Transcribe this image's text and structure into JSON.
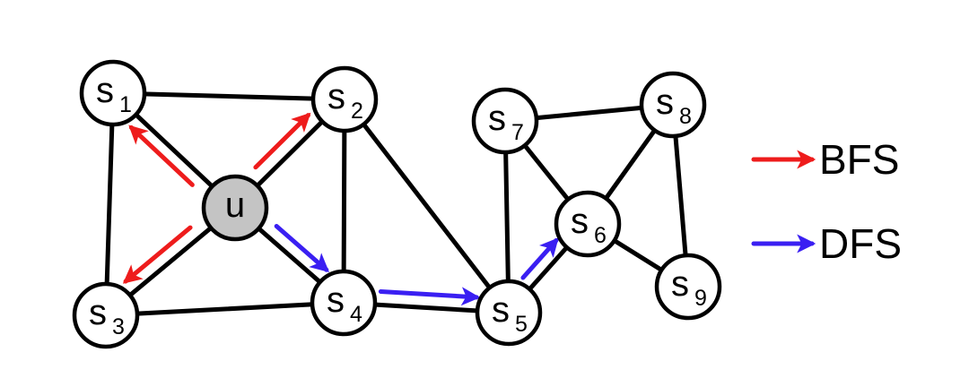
{
  "colors": {
    "bfs": "#ee1c1c",
    "dfs": "#3a1ff2",
    "center_fill": "#c4c4c4"
  },
  "nodes": [
    {
      "id": "s1",
      "base": "s",
      "sub": "1"
    },
    {
      "id": "s2",
      "base": "s",
      "sub": "2"
    },
    {
      "id": "s3",
      "base": "s",
      "sub": "3"
    },
    {
      "id": "u",
      "base": "u",
      "sub": ""
    },
    {
      "id": "s4",
      "base": "s",
      "sub": "4"
    },
    {
      "id": "s5",
      "base": "s",
      "sub": "5"
    },
    {
      "id": "s6",
      "base": "s",
      "sub": "6"
    },
    {
      "id": "s7",
      "base": "s",
      "sub": "7"
    },
    {
      "id": "s8",
      "base": "s",
      "sub": "8"
    },
    {
      "id": "s9",
      "base": "s",
      "sub": "9"
    }
  ],
  "edges": [
    [
      "s1",
      "s2"
    ],
    [
      "s1",
      "s3"
    ],
    [
      "s1",
      "u"
    ],
    [
      "s2",
      "u"
    ],
    [
      "s2",
      "s4"
    ],
    [
      "s2",
      "s5"
    ],
    [
      "u",
      "s3"
    ],
    [
      "u",
      "s4"
    ],
    [
      "s3",
      "s4"
    ],
    [
      "s4",
      "s5"
    ],
    [
      "s5",
      "s7"
    ],
    [
      "s5",
      "s6"
    ],
    [
      "s7",
      "s8"
    ],
    [
      "s7",
      "s6"
    ],
    [
      "s8",
      "s6"
    ],
    [
      "s8",
      "s9"
    ],
    [
      "s6",
      "s9"
    ]
  ],
  "traversals": [
    {
      "type": "bfs",
      "from": "u",
      "to": "s1"
    },
    {
      "type": "bfs",
      "from": "u",
      "to": "s2"
    },
    {
      "type": "bfs",
      "from": "u",
      "to": "s3"
    },
    {
      "type": "dfs",
      "from": "u",
      "to": "s4"
    },
    {
      "type": "dfs",
      "from": "s4",
      "to": "s5"
    },
    {
      "type": "dfs",
      "from": "s5",
      "to": "s6"
    }
  ],
  "legend": {
    "bfs_label": "BFS",
    "dfs_label": "DFS"
  }
}
